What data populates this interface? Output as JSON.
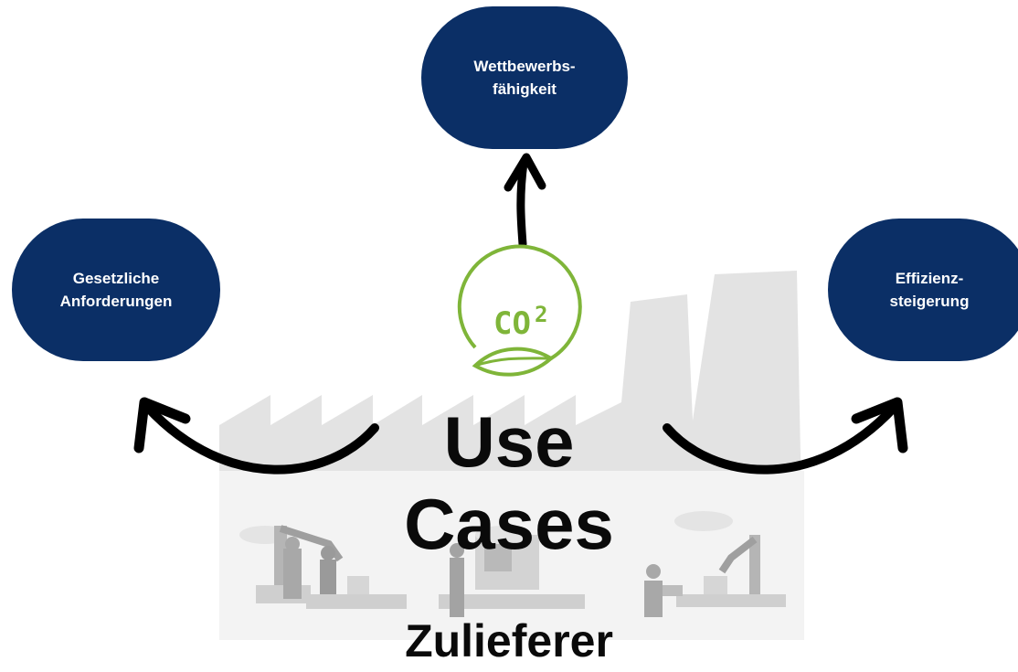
{
  "diagram": {
    "goals": {
      "top": {
        "line1": "Wettbewerbs-",
        "line2": "fähigkeit"
      },
      "left": {
        "line1": "Gesetzliche",
        "line2": "Anforderungen"
      },
      "right": {
        "line1": "Effizienz-",
        "line2": "steigerung"
      }
    },
    "center": {
      "title_line1": "Use",
      "title_line2": "Cases",
      "co2_label": "CO",
      "co2_superscript": "2",
      "footer": "Zulieferer"
    },
    "colors": {
      "bubble": "#0b2f66",
      "co2_green": "#7fb539",
      "factory_gray": "#e0e0e0",
      "arrow": "#000000"
    },
    "icons": [
      "co2-leaf-icon",
      "factory-silhouette",
      "production-line-illustration"
    ]
  }
}
